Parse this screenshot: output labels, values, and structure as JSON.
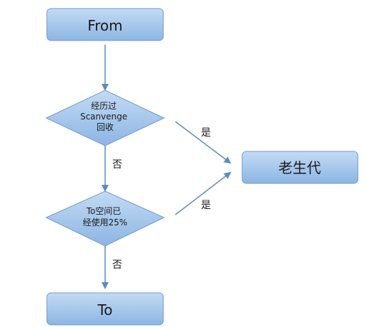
{
  "nodes": {
    "from": {
      "label": "From"
    },
    "decision1": {
      "lines": [
        "经历过",
        "Scanvenge",
        "回收"
      ]
    },
    "decision2": {
      "lines": [
        "To空间已",
        "经使用25%"
      ]
    },
    "old_gen": {
      "label": "老生代"
    },
    "to": {
      "label": "To"
    }
  },
  "edges": {
    "decision1_yes": "是",
    "decision1_no": "否",
    "decision2_yes": "是",
    "decision2_no": "否"
  },
  "colors": {
    "node_fill_top": "#bcd6f2",
    "node_fill_bottom": "#8db6e4",
    "node_stroke": "#6f9bcb",
    "arrow": "#5b8cc1"
  }
}
